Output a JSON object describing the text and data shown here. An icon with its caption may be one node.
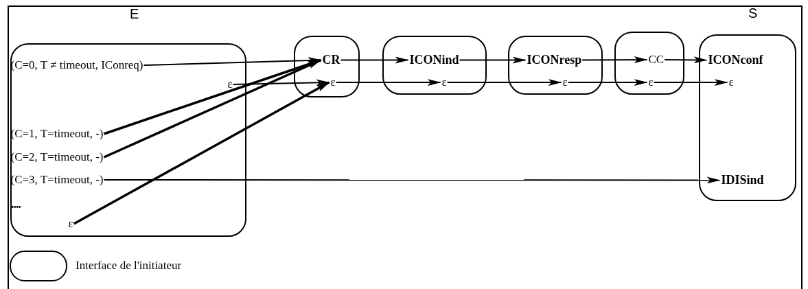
{
  "diagram": {
    "nodes": [
      {
        "text": [
          "E"
        ]
      },
      {
        "text": [
          "(C=0, T ≠ timeout, IConreq)"
        ],
        "in": 0
      },
      {
        "text": [
          "ε"
        ],
        "in": 0
      },
      {
        "text": [
          "(C=1,  T=timeout, -)"
        ],
        "in": 0
      },
      {
        "text": [
          "(C=2, T=timeout, -)"
        ],
        "in": 0
      },
      {
        "text": [
          "(C=3, T=timeout, -)"
        ],
        "in": 0
      },
      {
        "text": [
          "ε"
        ],
        "in": 0
      },
      {
        "text": [],
        "shape": "box"
      },
      {
        "text": [
          "CR"
        ],
        "in": 7
      },
      {
        "text": [
          "ε"
        ],
        "in": 7
      },
      {
        "text": [],
        "shape": "box"
      },
      {
        "text": [
          "ICONind"
        ],
        "in": 10
      },
      {
        "text": [
          "ε"
        ],
        "in": 10
      },
      {
        "text": [],
        "shape": "box"
      },
      {
        "text": [
          "ICONresp"
        ],
        "in": 13
      },
      {
        "text": [
          "ε"
        ],
        "in": 13
      },
      {
        "text": [],
        "shape": "box"
      },
      {
        "text": [
          "CC"
        ],
        "in": 16
      },
      {
        "text": [
          "ε"
        ],
        "in": 16
      },
      {
        "text": [
          "S"
        ]
      },
      {
        "text": [
          "ICONconf"
        ],
        "in": 19
      },
      {
        "text": [
          "ε"
        ],
        "in": 19
      },
      {
        "text": [
          "IDISind"
        ],
        "in": 19
      }
    ],
    "edges": [
      {
        "from": 1,
        "to": 8,
        "arrow": "to"
      },
      {
        "from": 3,
        "to": 8,
        "arrow": "to"
      },
      {
        "from": 4,
        "to": 8,
        "arrow": "to"
      },
      {
        "from": 2,
        "to": 9,
        "arrow": "to"
      },
      {
        "from": 6,
        "to": 9,
        "arrow": "to"
      },
      {
        "from": 8,
        "to": 11,
        "arrow": "to"
      },
      {
        "from": 11,
        "to": 14,
        "arrow": "to"
      },
      {
        "from": 14,
        "to": 17,
        "arrow": "to"
      },
      {
        "from": 17,
        "to": 20,
        "arrow": "to"
      },
      {
        "from": 9,
        "to": 12,
        "arrow": "to"
      },
      {
        "from": 12,
        "to": 15,
        "arrow": "to"
      },
      {
        "from": 15,
        "to": 18,
        "arrow": "to"
      },
      {
        "from": 18,
        "to": 21,
        "arrow": "to"
      },
      {
        "from": 5,
        "to": 22,
        "arrow": "to"
      }
    ],
    "labels": [
      "...."
    ],
    "legend": [
      {
        "text": "Interface de l'initiateur"
      }
    ]
  }
}
